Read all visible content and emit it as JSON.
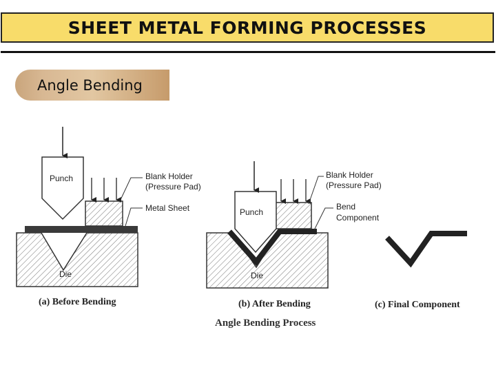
{
  "slide": {
    "title": "SHEET METAL FORMING PROCESSES",
    "section_label": "Angle Bending"
  },
  "diagram": {
    "before": {
      "punch_label": "Punch",
      "holder_label_line1": "Blank Holder",
      "holder_label_line2": "(Pressure Pad)",
      "sheet_label": "Metal Sheet",
      "die_label": "Die",
      "caption": "(a) Before Bending"
    },
    "after": {
      "punch_label": "Punch",
      "holder_label_line1": "Blank Holder",
      "holder_label_line2": "(Pressure Pad)",
      "bend_label_line1": "Bend",
      "bend_label_line2": "Component",
      "die_label": "Die",
      "caption": "(b) After Bending"
    },
    "final": {
      "caption": "(c) Final Component"
    },
    "process_caption": "Angle Bending Process"
  },
  "colors": {
    "title_bar": "#f8dc6a",
    "section_tab": "#d8b893",
    "ink": "#222222"
  }
}
